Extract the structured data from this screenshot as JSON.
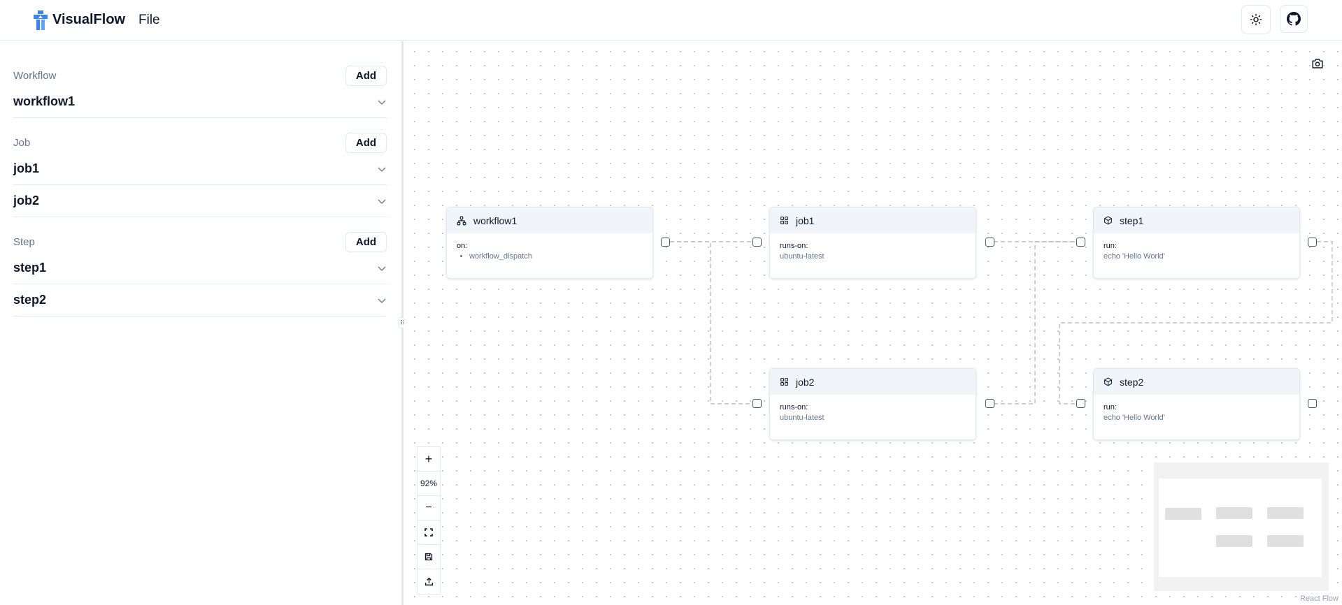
{
  "header": {
    "brand": "VisualFlow",
    "menu_file": "File",
    "theme_icon": "sun-icon",
    "github_icon": "github-icon",
    "brand_color": "#3b82f6"
  },
  "sidebar": {
    "sections": [
      {
        "label": "Workflow",
        "add_label": "Add",
        "items": [
          "workflow1"
        ]
      },
      {
        "label": "Job",
        "add_label": "Add",
        "items": [
          "job1",
          "job2"
        ]
      },
      {
        "label": "Step",
        "add_label": "Add",
        "items": [
          "step1",
          "step2"
        ]
      }
    ]
  },
  "canvas": {
    "nodes": [
      {
        "title": "workflow1",
        "icon": "workflow-icon",
        "key": "on:",
        "list": [
          "workflow_dispatch"
        ]
      },
      {
        "title": "job1",
        "icon": "grid-icon",
        "key": "runs-on:",
        "value": "ubuntu-latest"
      },
      {
        "title": "step1",
        "icon": "box-icon",
        "key": "run:",
        "value": "echo 'Hello World'"
      },
      {
        "title": "job2",
        "icon": "grid-icon",
        "key": "runs-on:",
        "value": "ubuntu-latest"
      },
      {
        "title": "step2",
        "icon": "box-icon",
        "key": "run:",
        "value": "echo 'Hello World'"
      }
    ],
    "controls": {
      "zoom_level": "92%"
    },
    "attribution": "React Flow"
  }
}
